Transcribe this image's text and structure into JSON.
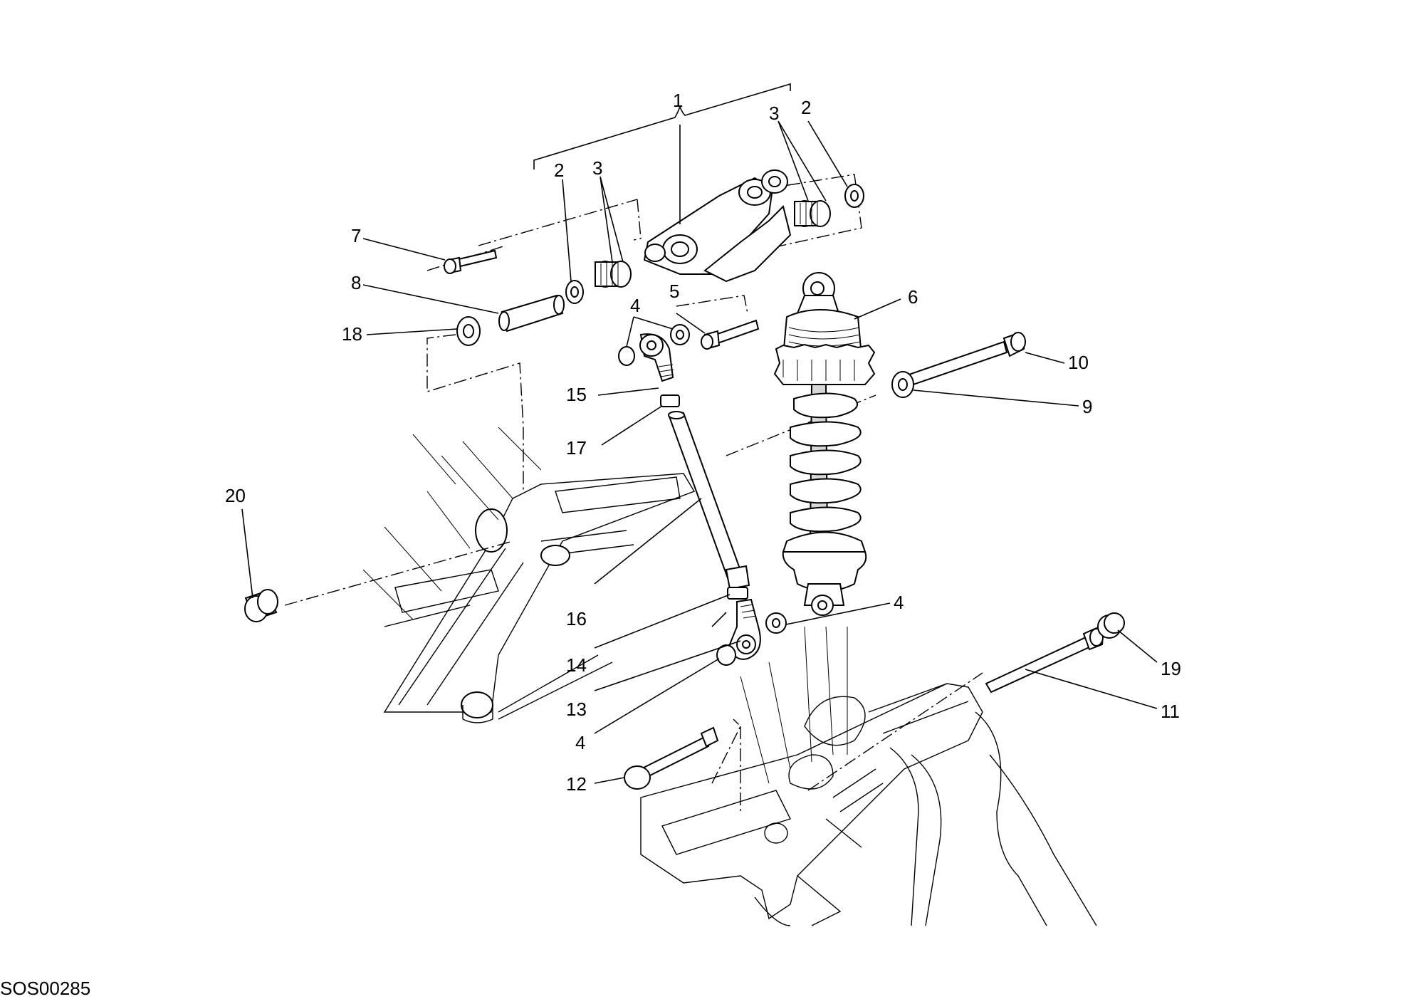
{
  "diagram": {
    "drawing_code": "SOS00285",
    "callouts": [
      "1",
      "2",
      "3",
      "2",
      "3",
      "7",
      "8",
      "18",
      "4",
      "5",
      "6",
      "15",
      "17",
      "10",
      "9",
      "20",
      "16",
      "4",
      "14",
      "13",
      "4",
      "19",
      "11",
      "12"
    ]
  }
}
